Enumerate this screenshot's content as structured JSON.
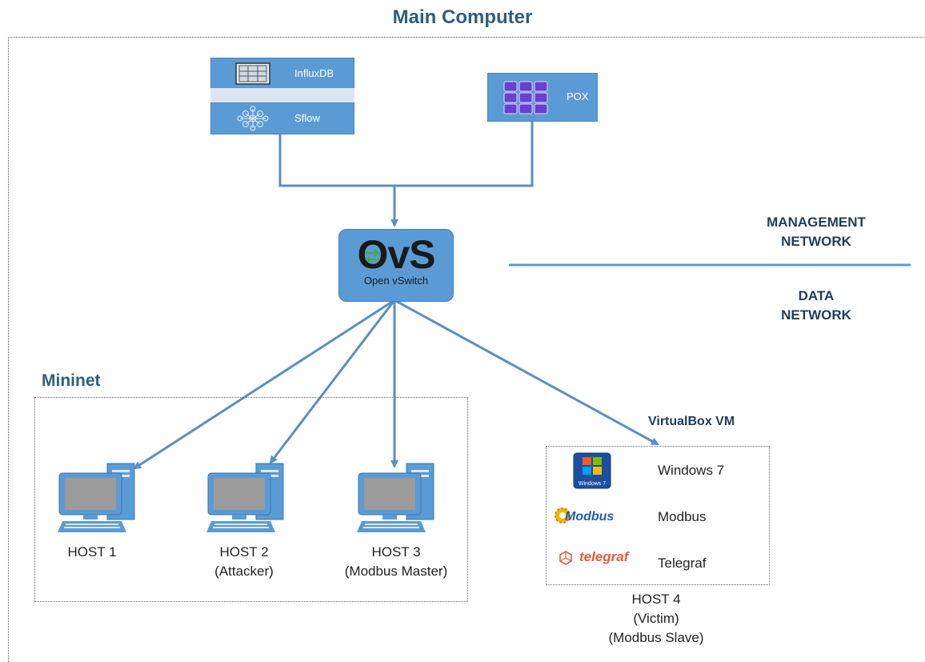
{
  "title": "Main Computer",
  "management": {
    "influxdb_label": "InfluxDB",
    "sflow_label": "Sflow",
    "pox_label": "POX"
  },
  "ovs": {
    "logo_text": "OvS",
    "subtitle": "Open vSwitch"
  },
  "network_labels": {
    "management": [
      "MANAGEMENT",
      "NETWORK"
    ],
    "data": [
      "DATA",
      "NETWORK"
    ]
  },
  "mininet": {
    "title": "Mininet",
    "hosts": [
      {
        "line1": "HOST 1",
        "line2": ""
      },
      {
        "line1": "HOST 2",
        "line2": "(Attacker)"
      },
      {
        "line1": "HOST 3",
        "line2": "(Modbus Master)"
      }
    ]
  },
  "vm": {
    "title": "VirtualBox VM",
    "windows_badge": "Windows 7",
    "modbus_logo": "Modbus",
    "telegraf_logo": "telegraf",
    "items": [
      "Windows 7",
      "Modbus",
      "Telegraf"
    ],
    "host": [
      "HOST 4",
      "(Victim)",
      "(Modbus Slave)"
    ]
  },
  "colors": {
    "accent": "#5b9bd5",
    "line": "#5b8ec4",
    "title": "#2e5f7a"
  },
  "icons": {
    "influxdb": "database-icon",
    "sflow": "network-graph-icon",
    "pox": "controller-grid-icon",
    "host": "desktop-computer-icon",
    "windows": "windows-logo-icon",
    "modbus": "modbus-gear-icon",
    "telegraf": "telegraf-logo-icon"
  }
}
